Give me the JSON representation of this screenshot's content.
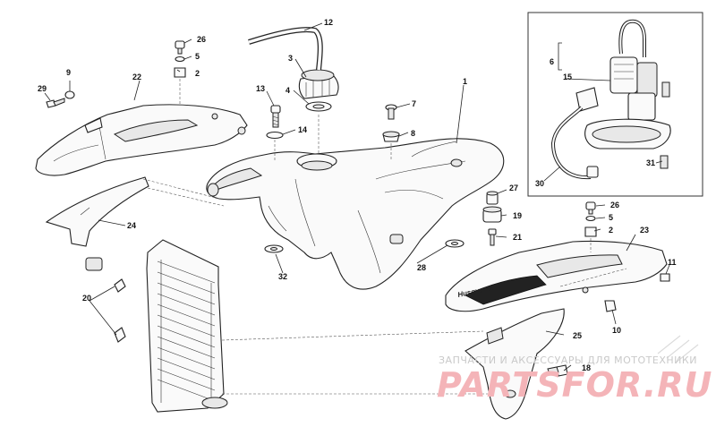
{
  "callouts": [
    {
      "id": "1",
      "label": "1"
    },
    {
      "id": "2a",
      "label": "2"
    },
    {
      "id": "2b",
      "label": "2"
    },
    {
      "id": "3",
      "label": "3"
    },
    {
      "id": "4",
      "label": "4"
    },
    {
      "id": "5a",
      "label": "5"
    },
    {
      "id": "5b",
      "label": "5"
    },
    {
      "id": "6",
      "label": "6"
    },
    {
      "id": "7",
      "label": "7"
    },
    {
      "id": "8",
      "label": "8"
    },
    {
      "id": "9",
      "label": "9"
    },
    {
      "id": "10",
      "label": "10"
    },
    {
      "id": "11",
      "label": "11"
    },
    {
      "id": "12",
      "label": "12"
    },
    {
      "id": "13",
      "label": "13"
    },
    {
      "id": "14",
      "label": "14"
    },
    {
      "id": "15",
      "label": "15"
    },
    {
      "id": "18",
      "label": "18"
    },
    {
      "id": "19",
      "label": "19"
    },
    {
      "id": "20",
      "label": "20"
    },
    {
      "id": "21",
      "label": "21"
    },
    {
      "id": "22",
      "label": "22"
    },
    {
      "id": "23",
      "label": "23"
    },
    {
      "id": "24",
      "label": "24"
    },
    {
      "id": "25",
      "label": "25"
    },
    {
      "id": "26a",
      "label": "26"
    },
    {
      "id": "26b",
      "label": "26"
    },
    {
      "id": "27",
      "label": "27"
    },
    {
      "id": "28",
      "label": "28"
    },
    {
      "id": "29",
      "label": "29"
    },
    {
      "id": "30",
      "label": "30"
    },
    {
      "id": "31",
      "label": "31"
    },
    {
      "id": "32",
      "label": "32"
    }
  ],
  "watermark": {
    "subtitle": "ЗАПЧАСТИ И АКСЕССУАРЫ ДЛЯ МОТОТЕХНИКИ",
    "brand": "PARTSFOR.RU"
  },
  "decal_text": "Husqvarna",
  "colors": {
    "line": "#222222",
    "watermark": "#f4b4b8"
  }
}
